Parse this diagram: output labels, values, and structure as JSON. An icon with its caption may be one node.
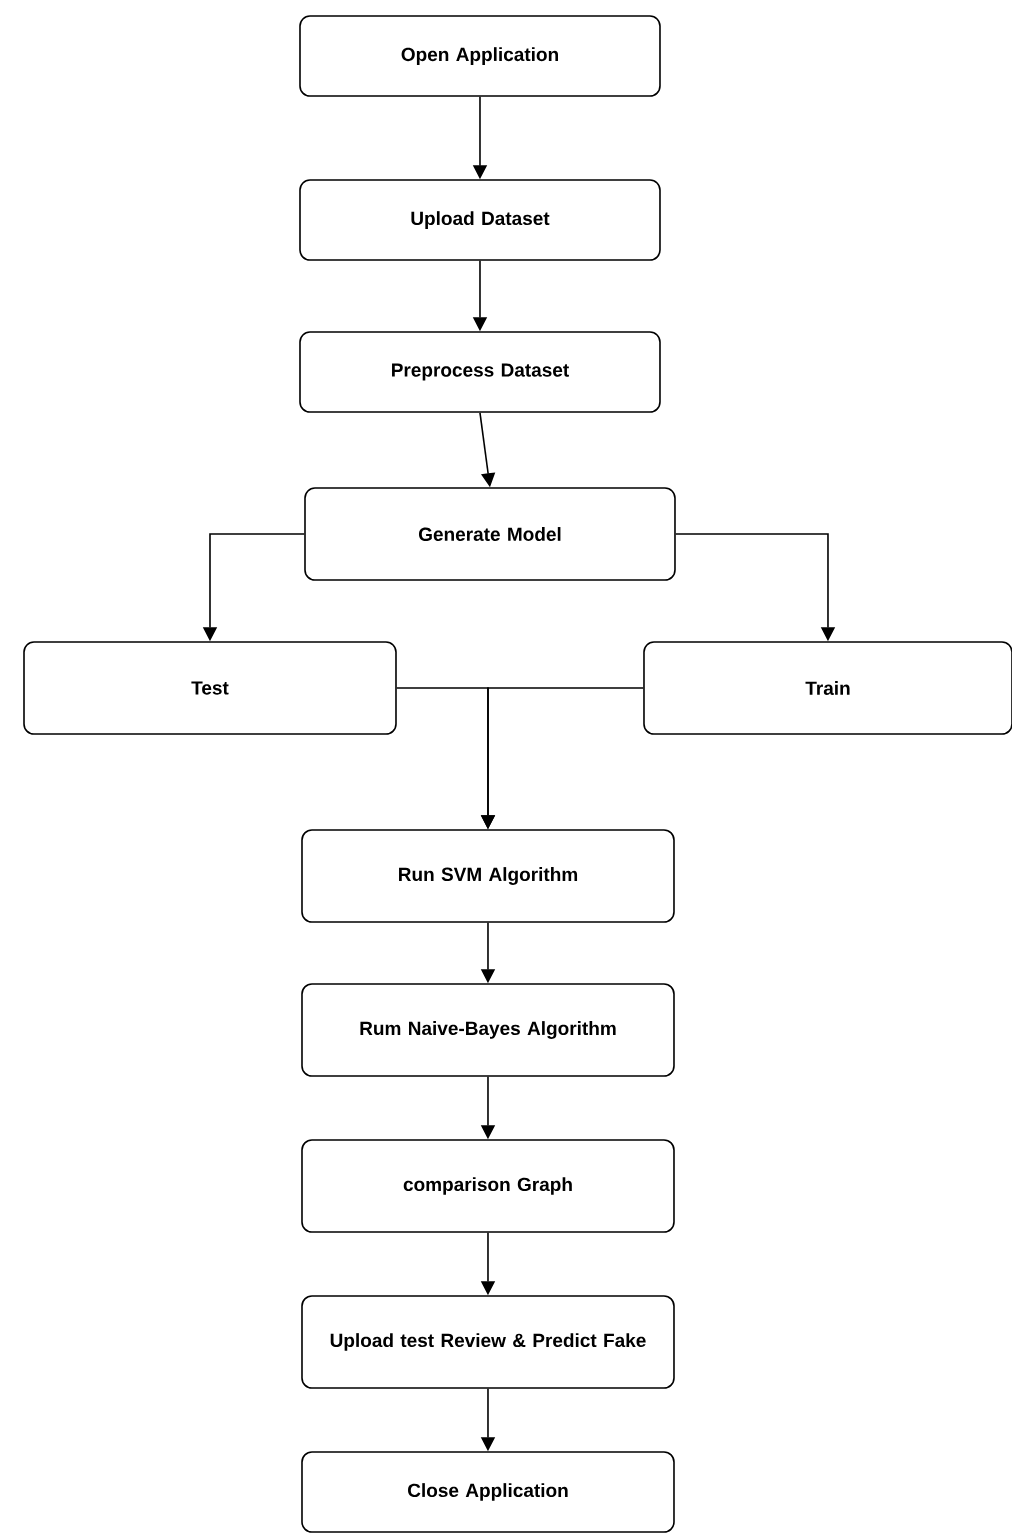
{
  "diagram": {
    "nodes": [
      {
        "text": [
          "Open Application"
        ]
      },
      {
        "text": [
          "Upload Dataset"
        ]
      },
      {
        "text": [
          "Preprocess Dataset"
        ]
      },
      {
        "text": [
          "Generate Model"
        ]
      },
      {
        "text": [
          "Test"
        ]
      },
      {
        "text": [
          "Train"
        ]
      },
      {
        "text": [
          "Run SVM Algorithm"
        ]
      },
      {
        "text": [
          "Rum Naive-Bayes Algorithm"
        ]
      },
      {
        "text": [
          "comparison Graph"
        ]
      },
      {
        "text": [
          "Upload test Review & Predict Fake"
        ]
      },
      {
        "text": [
          "Close Application"
        ]
      }
    ],
    "edges": [
      {
        "from": 0,
        "to": 1,
        "arrow": "to"
      },
      {
        "from": 1,
        "to": 2,
        "arrow": "to"
      },
      {
        "from": 2,
        "to": 3,
        "arrow": "to"
      },
      {
        "from": 3,
        "to": 4,
        "arrow": "to"
      },
      {
        "from": 3,
        "to": 5,
        "arrow": "to"
      },
      {
        "from": 4,
        "to": 6,
        "arrow": "to"
      },
      {
        "from": 5,
        "to": 6,
        "arrow": "to"
      },
      {
        "from": 6,
        "to": 7,
        "arrow": "to"
      },
      {
        "from": 7,
        "to": 8,
        "arrow": "to"
      },
      {
        "from": 8,
        "to": 9,
        "arrow": "to"
      },
      {
        "from": 9,
        "to": 10,
        "arrow": "to"
      }
    ]
  }
}
